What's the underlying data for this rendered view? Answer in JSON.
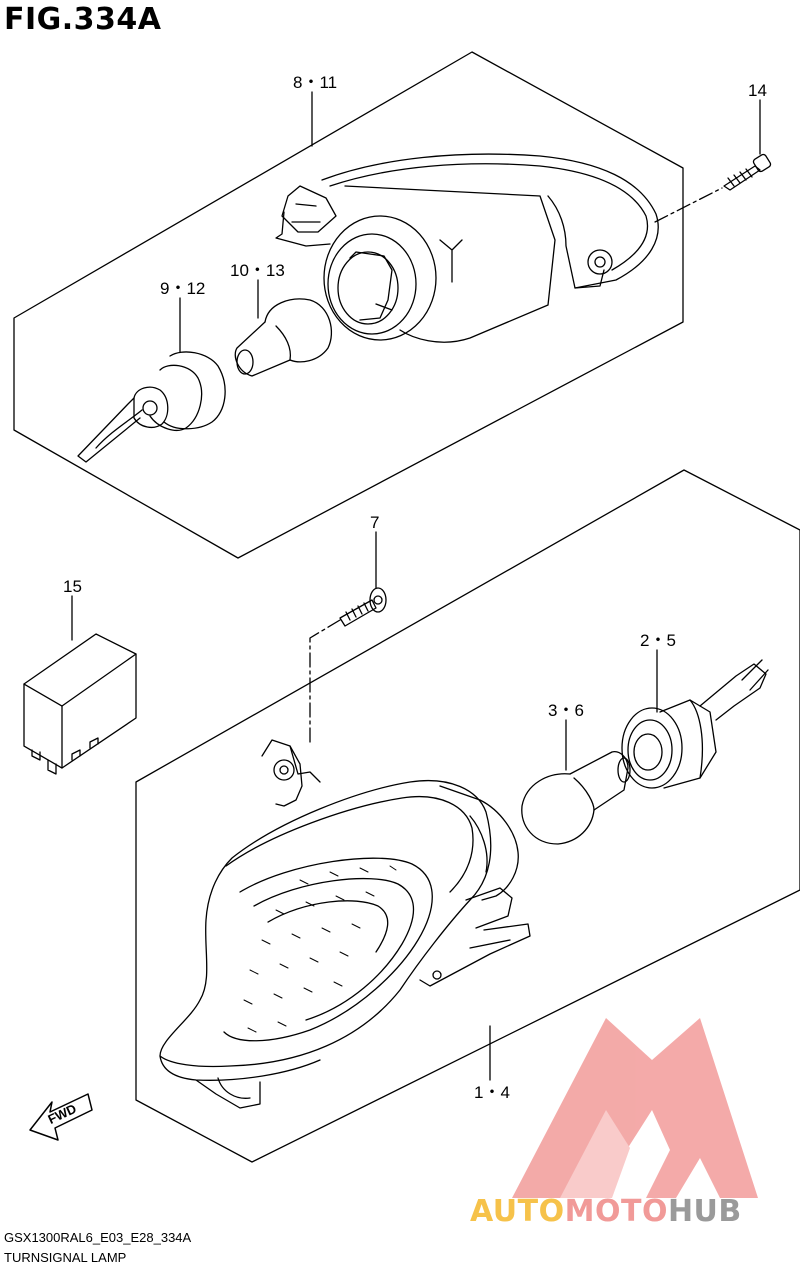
{
  "figure": {
    "title": "FIG.334A",
    "model_code": "GSX1300RAL6_E03_E28_334A",
    "section_name": "TURNSIGNAL LAMP"
  },
  "callouts": {
    "c_8_11": "8・11",
    "c_14": "14",
    "c_10_13": "10・13",
    "c_9_12": "9・12",
    "c_7": "7",
    "c_15": "15",
    "c_2_5": "2・5",
    "c_3_6": "3・6",
    "c_1_4": "1・4"
  },
  "fwd_label": "FWD",
  "watermark": {
    "part1": "AUTO",
    "part2": "MOTO",
    "part3": "HUB"
  },
  "colors": {
    "line": "#000000",
    "watermark_yellow": "#f6c24a",
    "watermark_pink": "#f19a98",
    "watermark_gray": "#9a9a9a"
  }
}
